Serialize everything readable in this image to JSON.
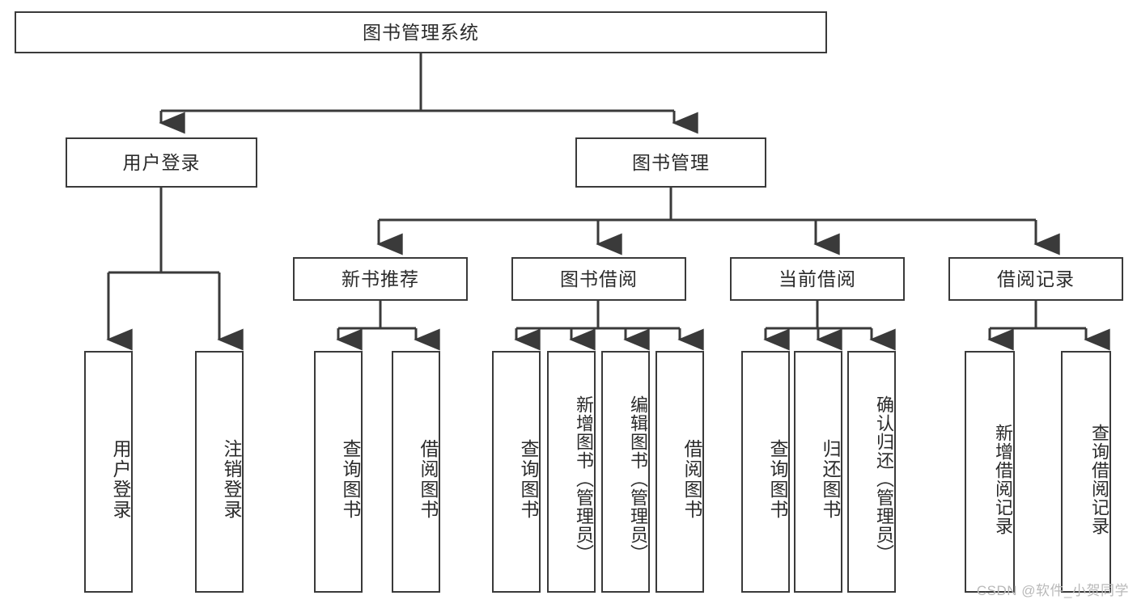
{
  "diagram": {
    "title": "图书管理系统",
    "type": "tree",
    "watermark": "CSDN @软件_小贺同学",
    "colors": {
      "stroke": "#3a3a3a",
      "fill": "#ffffff",
      "text": "#2b2b2b",
      "watermark": "#b9b9b9"
    },
    "nodes": {
      "root": {
        "label": "图书管理系统",
        "level": 0
      },
      "user_login": {
        "label": "用户登录",
        "level": 1
      },
      "book_manage": {
        "label": "图书管理",
        "level": 1
      },
      "new_book_rec": {
        "label": "新书推荐",
        "level": 2
      },
      "book_borrow": {
        "label": "图书借阅",
        "level": 2
      },
      "current_borrow": {
        "label": "当前借阅",
        "level": 2
      },
      "borrow_record": {
        "label": "借阅记录",
        "level": 2
      },
      "leaf_user_login": {
        "label": "用户登录",
        "level": 3
      },
      "leaf_logout": {
        "label": "注销登录",
        "level": 3
      },
      "leaf_query_book_1": {
        "label": "查询图书",
        "level": 3
      },
      "leaf_borrow_book_1": {
        "label": "借阅图书",
        "level": 3
      },
      "leaf_query_book_2": {
        "label": "查询图书",
        "level": 3
      },
      "leaf_add_book": {
        "label": "新增图书（管理员）",
        "level": 3
      },
      "leaf_edit_book": {
        "label": "编辑图书（管理员）",
        "level": 3
      },
      "leaf_borrow_book_2": {
        "label": "借阅图书",
        "level": 3
      },
      "leaf_query_book_3": {
        "label": "查询图书",
        "level": 3
      },
      "leaf_return_book": {
        "label": "归还图书",
        "level": 3
      },
      "leaf_confirm_return": {
        "label": "确认归还（管理员）",
        "level": 3
      },
      "leaf_add_record": {
        "label": "新增借阅记录",
        "level": 3
      },
      "leaf_query_record": {
        "label": "查询借阅记录",
        "level": 3
      }
    }
  }
}
